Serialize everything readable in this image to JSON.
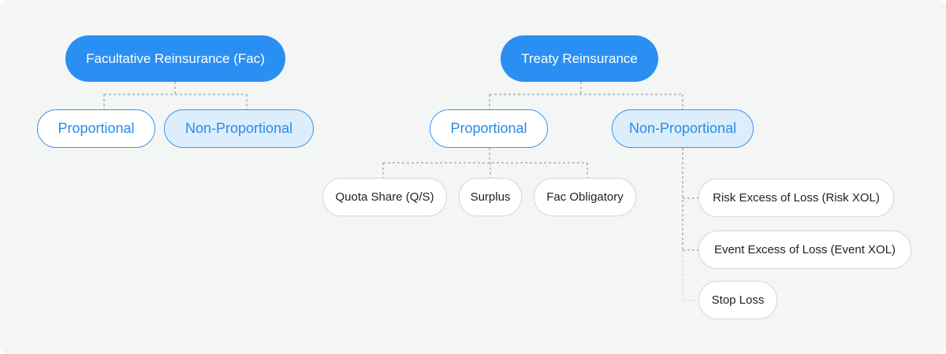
{
  "fac": {
    "root": "Facultative Reinsurance (Fac)",
    "proportional": "Proportional",
    "non_proportional": "Non-Proportional"
  },
  "treaty": {
    "root": "Treaty Reinsurance",
    "proportional": "Proportional",
    "non_proportional": "Non-Proportional",
    "proportional_types": [
      "Quota Share (Q/S)",
      "Surplus",
      "Fac Obligatory"
    ],
    "non_proportional_types": [
      "Risk Excess of Loss (Risk XOL)",
      "Event Excess of Loss (Event XOL)",
      "Stop Loss"
    ]
  },
  "colors": {
    "root_fill": "#2a8ff2",
    "branch_border": "#3c96ee",
    "branch_tint": "#dcedfc",
    "connector": "#8a8a8a",
    "background": "#f4f5f5"
  }
}
